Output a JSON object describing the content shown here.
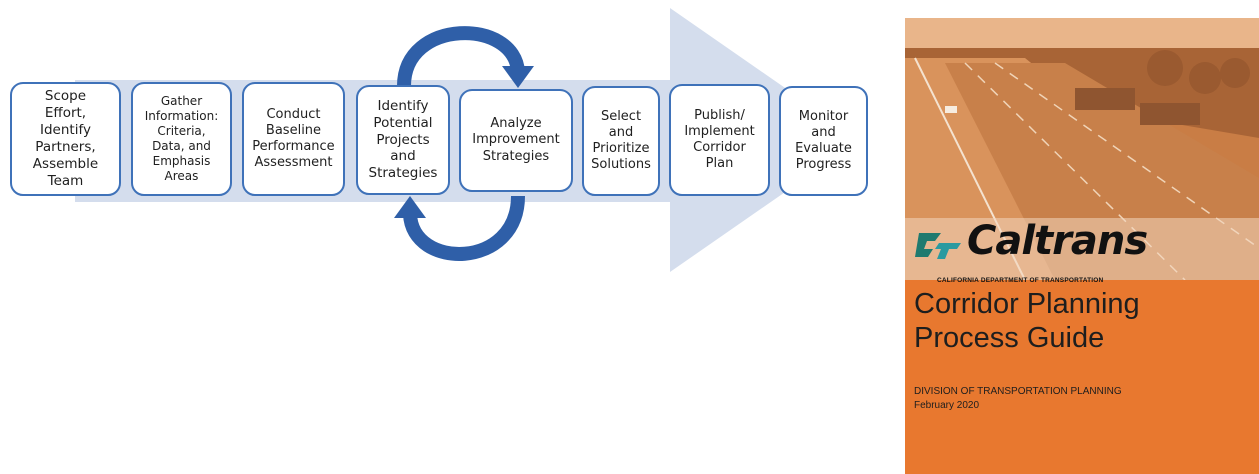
{
  "diagram": {
    "steps": [
      {
        "label": "Scope\nEffort,\nIdentify\nPartners,\nAssemble\nTeam"
      },
      {
        "label": "Gather\nInformation:\nCriteria,\nData, and\nEmphasis\nAreas"
      },
      {
        "label": "Conduct\nBaseline\nPerformance\nAssessment"
      },
      {
        "label": "Identify\nPotential\nProjects\nand\nStrategies"
      },
      {
        "label": "Analyze\nImprovement\nStrategies"
      },
      {
        "label": "Select\nand\nPrioritize\nSolutions"
      },
      {
        "label": "Publish/\nImplement\nCorridor\nPlan"
      },
      {
        "label": "Monitor\nand\nEvaluate\nProgress"
      }
    ],
    "colors": {
      "big_arrow": "#d4dded",
      "box_border": "#3f72b9",
      "cycle_arrow": "#2f5fa8"
    }
  },
  "cover": {
    "logo_text": "Caltrans",
    "logo_subtitle": "CALIFORNIA DEPARTMENT OF TRANSPORTATION",
    "title": "Corridor Planning\nProcess Guide",
    "division": "DIVISION OF TRANSPORTATION PLANNING",
    "date": "February 2020",
    "colors": {
      "background": "#e8782f",
      "photo_tint": "#d9874a"
    }
  }
}
